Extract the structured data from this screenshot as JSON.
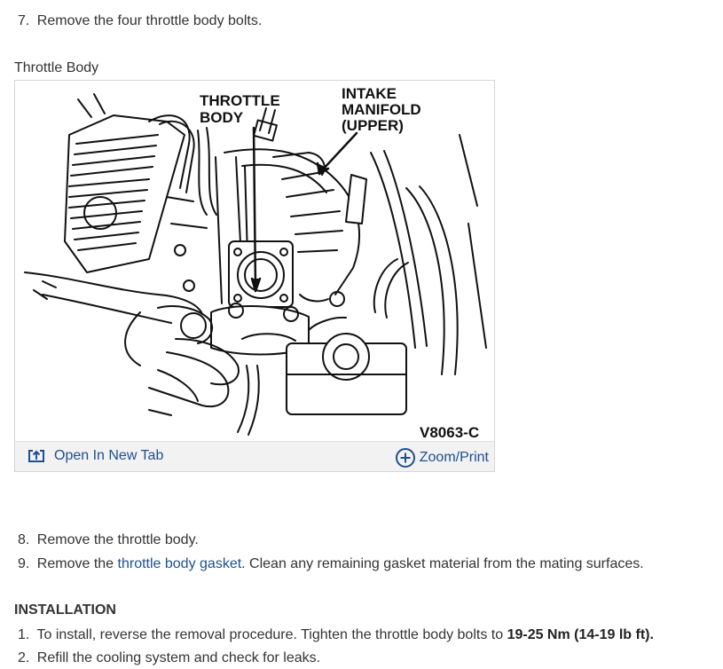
{
  "steps_top": [
    {
      "num": "7.",
      "text": "Remove the four throttle body bolts."
    }
  ],
  "figure": {
    "title": "Throttle Body",
    "labels": {
      "throttle_body_line1": "THROTTLE",
      "throttle_body_line2": "BODY",
      "intake_line1": "INTAKE",
      "intake_line2": "MANIFOLD",
      "intake_line3": "(UPPER)",
      "code": "V8063-C"
    },
    "open_tab_label": "Open In New Tab",
    "zoom_label": "Zoom/Print",
    "icons": {
      "open": "open-in-new-tab-icon",
      "zoom": "zoom-plus-icon"
    },
    "link_color": "#1f4f8f"
  },
  "steps_mid": [
    {
      "num": "8.",
      "text": "Remove the throttle body."
    },
    {
      "num": "9.",
      "text_before": "Remove the ",
      "link": "throttle body gasket",
      "text_after": ". Clean any remaining gasket material from the mating surfaces."
    }
  ],
  "installation": {
    "heading": "INSTALLATION",
    "steps": [
      {
        "num": "1.",
        "text_before": "To install, reverse the removal procedure. Tighten the throttle body bolts to ",
        "bold": "19-25 Nm (14-19 lb ft)."
      },
      {
        "num": "2.",
        "text": "Refill the cooling system and check for leaks."
      }
    ]
  }
}
